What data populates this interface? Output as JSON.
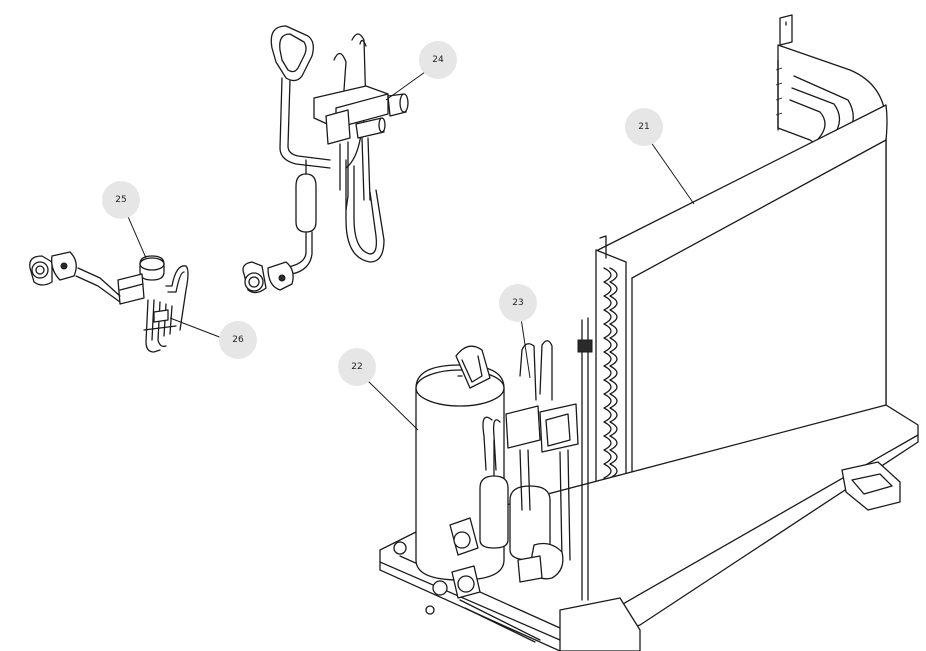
{
  "callouts": [
    {
      "id": "21",
      "label": "21"
    },
    {
      "id": "22",
      "label": "22"
    },
    {
      "id": "23",
      "label": "23"
    },
    {
      "id": "24",
      "label": "24"
    },
    {
      "id": "25",
      "label": "25"
    },
    {
      "id": "26",
      "label": "26"
    }
  ],
  "colors": {
    "line": "#1a1a1a",
    "callout_fill": "#e6e6e6",
    "background": "#ffffff"
  }
}
